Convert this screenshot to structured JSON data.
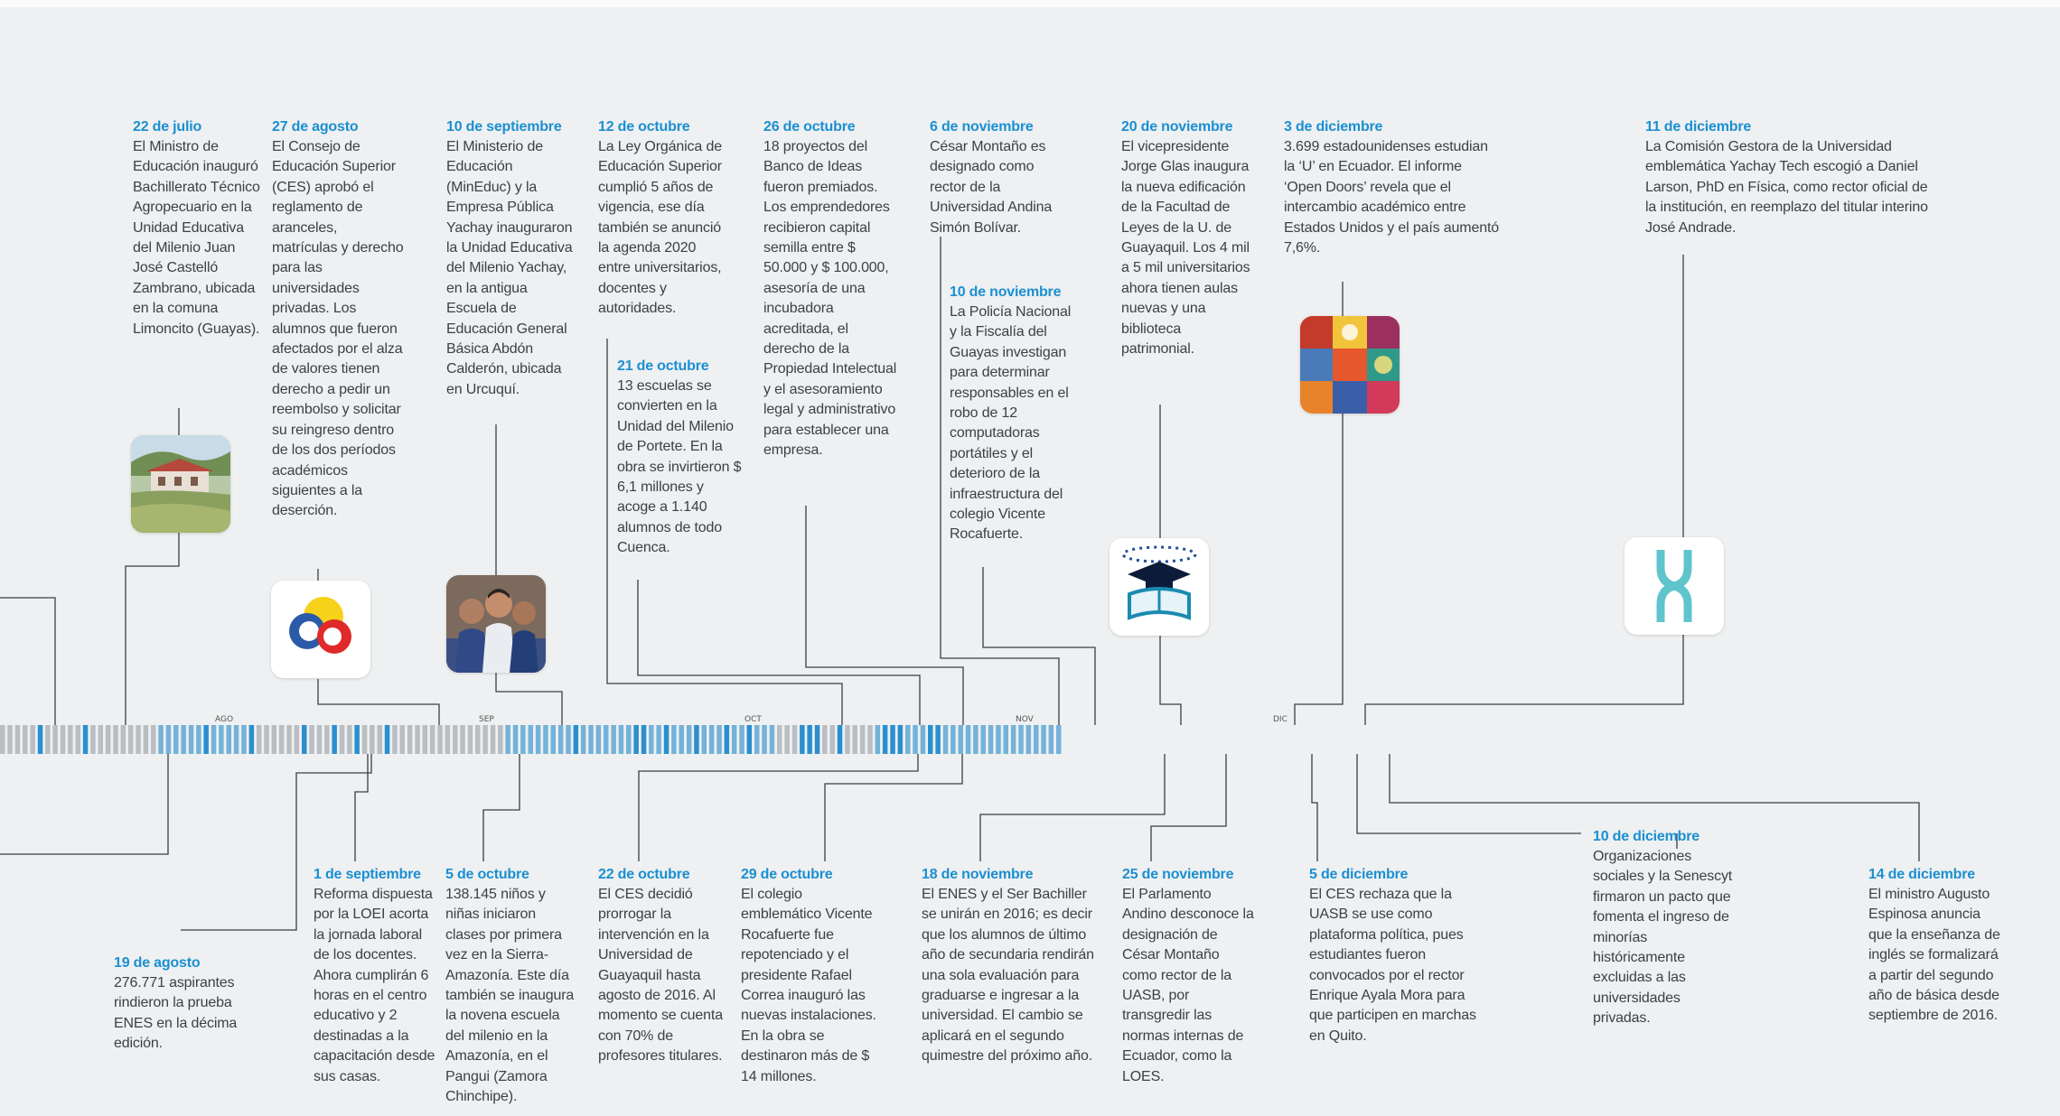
{
  "months": [
    "AGO",
    "SEP",
    "OCT",
    "NOV",
    "DIC"
  ],
  "events": {
    "e22jul": {
      "date": "22 de julio",
      "text": "El Ministro de Educación inauguró Bachillerato Técnico Agropecuario en la Unidad Educativa del Milenio Juan José Castelló Zambrano, ubicada en la comuna Limoncito (Guayas)."
    },
    "e27ago": {
      "date": "27 de agosto",
      "text": "El Consejo de Educación Superior (CES) aprobó el reglamento de aranceles, matrículas y derecho para las universidades privadas. Los alumnos que fueron afectados por el alza de valores tienen derecho a pedir un reembolso y solicitar su reingreso dentro de los dos períodos académicos siguientes a la deserción."
    },
    "e10sep": {
      "date": "10 de septiembre",
      "text": "El Ministerio de Educación (MinEduc) y la Empresa Pública Yachay inauguraron la Unidad Educativa del Milenio Yachay, en la antigua Escuela de Educación General Básica Abdón Calderón, ubicada en Urcuquí."
    },
    "e12oct": {
      "date": "12 de octubre",
      "text": "La Ley Orgánica de Educación Superior cumplió 5 años de vigencia, ese día también se anunció la agenda 2020 entre universitarios, docentes y autoridades."
    },
    "e21oct": {
      "date": "21 de octubre",
      "text": "13 escuelas se convierten en la Unidad del Milenio de Portete. En la obra se invirtieron $ 6,1 millones y acoge a 1.140 alumnos de todo Cuenca."
    },
    "e26oct": {
      "date": "26 de octubre",
      "text": "18 proyectos del Banco de Ideas fueron premiados. Los emprendedores recibieron capital semilla entre $ 50.000 y $ 100.000, asesoría de una incubadora acreditada, el derecho de la Propiedad Intelectual y el asesoramiento legal y administrativo para establecer una empresa."
    },
    "e6nov": {
      "date": "6 de noviembre",
      "text": "César Montaño es designado como rector de la Universidad Andina Simón Bolívar."
    },
    "e10nov": {
      "date": "10 de noviembre",
      "text": "La Policía Nacional y la Fiscalía del Guayas investigan para determinar responsables en el robo de 12 computadoras portátiles y el deterioro de la infraestructura del colegio Vicente Rocafuerte."
    },
    "e20nov": {
      "date": "20 de noviembre",
      "text": "El vicepresidente Jorge Glas inaugura la nueva edificación de la Facultad de Leyes de la U. de Guayaquil. Los 4 mil a 5 mil universitarios ahora tienen aulas nuevas y una biblioteca patrimonial."
    },
    "e3dic": {
      "date": "3 de diciembre",
      "text": "3.699 estadounidenses estudian la ‘U’ en Ecuador. El informe ‘Open Doors’ revela que el intercambio académico entre Estados Unidos y el país aumentó 7,6%."
    },
    "e11dic": {
      "date": "11 de diciembre",
      "text": "La Comisión Gestora de la Universidad emblemática Yachay Tech escogió a Daniel Larson, PhD en Física, como rector oficial de la institución, en reemplazo del titular interino José Andrade."
    },
    "e19ago": {
      "date": "19 de agosto",
      "text": "276.771 aspirantes rindieron la prueba ENES en la décima edición."
    },
    "e1sep": {
      "date": "1 de septiembre",
      "text": "Reforma dispuesta por la LOEI acorta la jornada laboral de los docentes. Ahora cumplirán 6 horas en el centro educativo y 2 destinadas a la capacitación desde sus casas."
    },
    "e5oct": {
      "date": "5 de octubre",
      "text": "138.145 niños y niñas iniciaron clases por primera vez en la Sierra-Amazonía. Este día también se inaugura la novena escuela del milenio en la Amazonía, en el Pangui (Zamora Chinchipe)."
    },
    "e22oct": {
      "date": "22 de octubre",
      "text": "El CES decidió prorrogar la intervención en la Universidad de Guayaquil hasta agosto de 2016. Al momento se cuenta con 70% de profesores titulares."
    },
    "e29oct": {
      "date": "29 de octubre",
      "text": "El colegio emblemático Vicente Rocafuerte fue repotenciado y el presidente Rafael Correa inauguró las nuevas instalaciones. En la obra se destinaron más de $ 14 millones."
    },
    "e18nov": {
      "date": "18 de noviembre",
      "text": "El ENES y el Ser Bachiller se unirán en 2016; es decir que los alumnos de último año de secundaria rendirán una sola evaluación para graduarse e ingresar a la universidad. El cambio se aplicará en el segundo quimestre del próximo año."
    },
    "e25nov": {
      "date": "25 de noviembre",
      "text": "El Parlamento Andino desconoce la designación de César Montaño como rector de la UASB, por transgredir las normas internas de Ecuador, como la LOES."
    },
    "e5dic": {
      "date": "5 de diciembre",
      "text": "El CES rechaza que la UASB se use como plataforma política, pues estudiantes fueron convocados por el rector Enrique Ayala Mora para que participen en marchas en Quito."
    },
    "e10dic": {
      "date": "10 de diciembre",
      "text": "Organizaciones sociales y la Senescyt firmaron un pacto que fomenta el ingreso de minorías históricamente excluidas a las universidades privadas."
    },
    "e14dic": {
      "date": "14 de diciembre",
      "text": "El ministro Augusto Espinosa anuncia que la enseñanza de inglés se formalizará a partir del segundo año de básica desde septiembre de 2016."
    }
  },
  "colors": {
    "accent": "#1b8fd2",
    "tick_gray": "#b9bec2",
    "tick_blue": "#2b8fcf",
    "tick_light_blue": "#74b2da",
    "connector": "#3a3f44"
  },
  "images": [
    "school-photo",
    "ces-logo",
    "children-photo",
    "book-covers",
    "graduation-logo",
    "yachay-tech-logo"
  ]
}
